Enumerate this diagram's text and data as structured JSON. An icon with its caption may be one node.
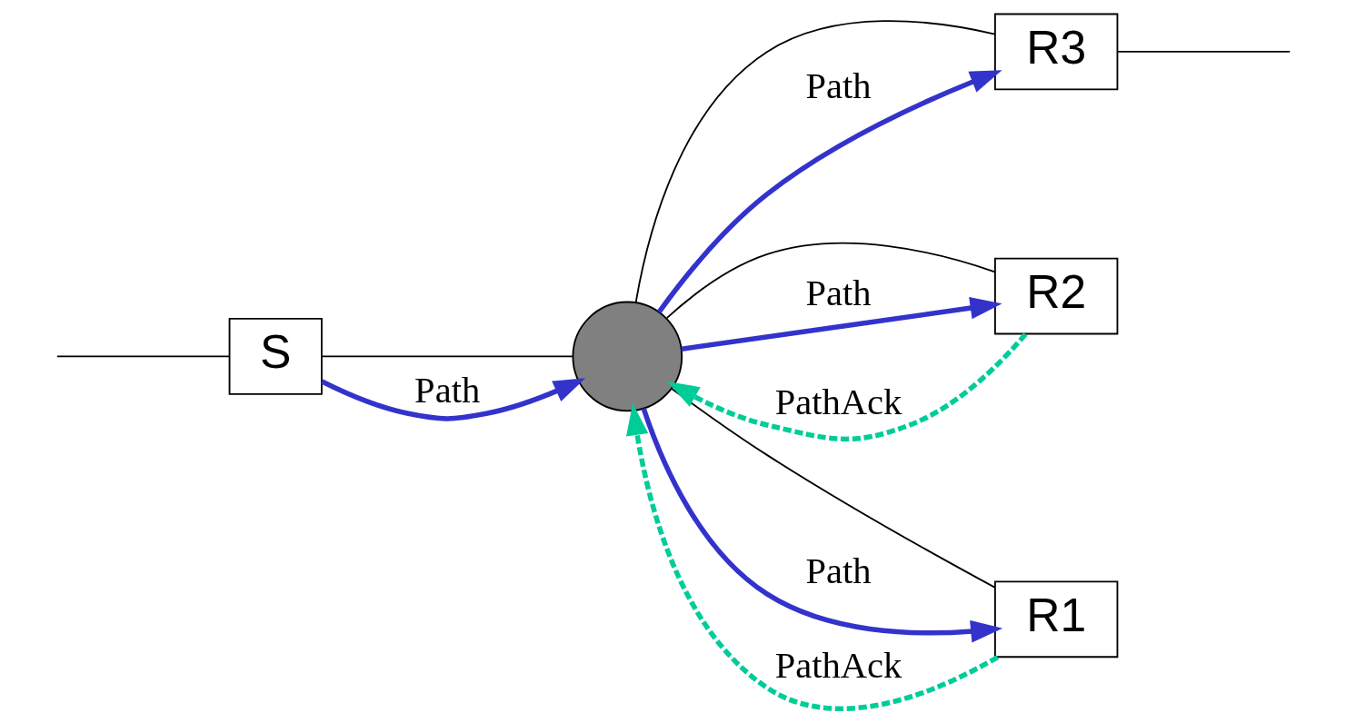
{
  "diagram": {
    "nodes": [
      {
        "text": [
          "S"
        ]
      },
      {
        "text": [],
        "shape": "circle"
      },
      {
        "text": [
          "R3"
        ]
      },
      {
        "text": [
          "R2"
        ]
      },
      {
        "text": [
          "R1"
        ]
      }
    ],
    "edges": [
      {
        "from": null,
        "to": 0,
        "arrow": "none"
      },
      {
        "from": 0,
        "to": 1,
        "arrow": "none"
      },
      {
        "from": 1,
        "to": 2,
        "arrow": "none"
      },
      {
        "from": 1,
        "to": 3,
        "arrow": "none"
      },
      {
        "from": 1,
        "to": 4,
        "arrow": "none"
      },
      {
        "from": 2,
        "to": null,
        "arrow": "none"
      },
      {
        "from": 0,
        "to": 1,
        "arrow": "to",
        "label": "Path",
        "color": "#3333cc",
        "style": "thick"
      },
      {
        "from": 1,
        "to": 2,
        "arrow": "to",
        "label": "Path",
        "color": "#3333cc",
        "style": "thick"
      },
      {
        "from": 3,
        "to": 1,
        "arrow": "to",
        "label": "PathAck",
        "color": "#00cc99",
        "style": "dashed"
      },
      {
        "from": 1,
        "to": 3,
        "arrow": "to",
        "label": "Path",
        "color": "#3333cc",
        "style": "thick"
      },
      {
        "from": 1,
        "to": 4,
        "arrow": "to",
        "label": "Path",
        "color": "#3333cc",
        "style": "thick"
      },
      {
        "from": 4,
        "to": 1,
        "arrow": "to",
        "label": "PathAck",
        "color": "#00cc99",
        "style": "dashed"
      }
    ]
  }
}
